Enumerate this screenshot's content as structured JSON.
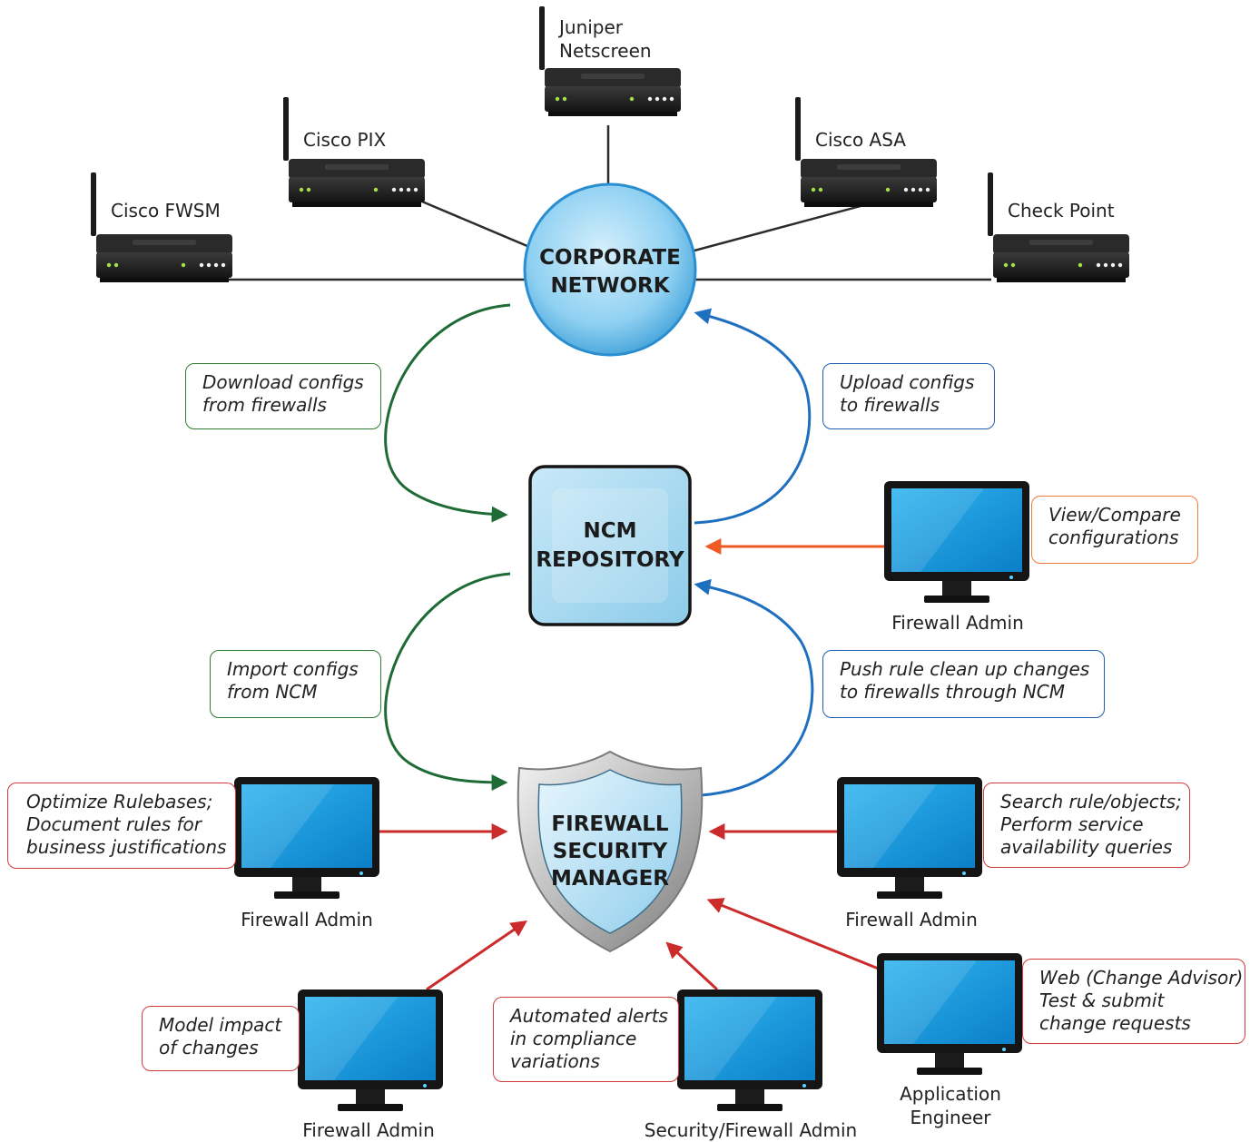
{
  "hubs": {
    "corporate_network": {
      "line1": "CORPORATE",
      "line2": "NETWORK"
    },
    "ncm_repository": {
      "line1": "NCM",
      "line2": "REPOSITORY"
    },
    "fsm": {
      "line1": "FIREWALL",
      "line2": "SECURITY",
      "line3": "MANAGER"
    }
  },
  "devices": [
    {
      "id": "juniper",
      "line1": "Juniper",
      "line2": "Netscreen"
    },
    {
      "id": "cisco_pix",
      "line1": "Cisco PIX"
    },
    {
      "id": "cisco_asa",
      "line1": "Cisco ASA"
    },
    {
      "id": "cisco_fwsm",
      "line1": "Cisco FWSM"
    },
    {
      "id": "check_point",
      "line1": "Check Point"
    }
  ],
  "flows": {
    "download": {
      "line1": "Download configs",
      "line2": "from firewalls"
    },
    "upload": {
      "line1": "Upload configs",
      "line2": "to firewalls"
    },
    "import": {
      "line1": "Import configs",
      "line2": "from NCM"
    },
    "push": {
      "line1": "Push rule clean up changes",
      "line2": "to firewalls through NCM"
    }
  },
  "actors": {
    "ncm_admin": {
      "role": "Firewall Admin",
      "task_line1": "View/Compare",
      "task_line2": "configurations"
    },
    "optimize_admin": {
      "role": "Firewall Admin",
      "task_line1": "Optimize Rulebases;",
      "task_line2": "Document rules for",
      "task_line3": "business justifications"
    },
    "search_admin": {
      "role": "Firewall Admin",
      "task_line1": "Search rule/objects;",
      "task_line2": "Perform service",
      "task_line3": "availability queries"
    },
    "model_admin": {
      "role": "Firewall Admin",
      "task_line1": "Model impact",
      "task_line2": "of changes"
    },
    "alerts_admin": {
      "role": "Security/Firewall Admin",
      "task_line1": "Automated alerts",
      "task_line2": "in compliance",
      "task_line3": "variations"
    },
    "app_engineer": {
      "role_line1": "Application",
      "role_line2": "Engineer",
      "task_line1": "Web (Change Advisor)",
      "task_line2": "Test & submit",
      "task_line3": "change requests"
    }
  },
  "colors": {
    "green": "#1e6b36",
    "blue": "#1f6fc0",
    "orange": "#ef5a24",
    "red": "#cc2b2b",
    "network_fill": "#7ec8ef",
    "repo_fill": "#a8d8ef",
    "shield_fill": "#bfe4f5"
  }
}
